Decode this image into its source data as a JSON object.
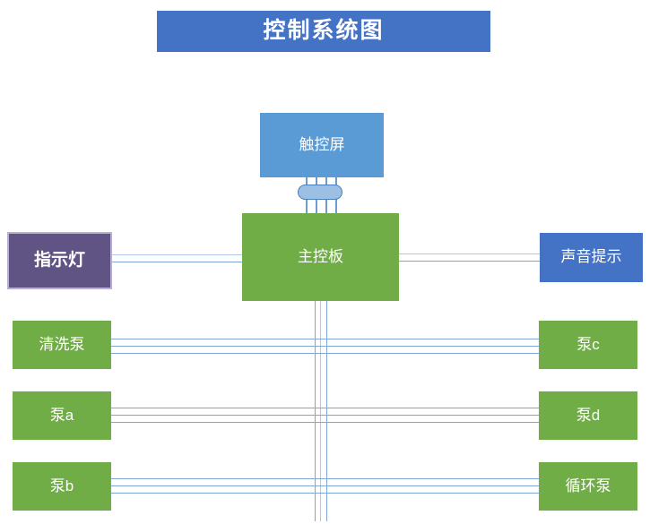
{
  "diagram": {
    "title": "控制系统图",
    "background_color": "#FFFFFF",
    "palette": {
      "title_blue": "#4472C4",
      "touchscreen_blue": "#5B9BD5",
      "board_green": "#70AD47",
      "indicator_purple": "#5F5483",
      "indicator_border": "#B9AFD1",
      "sound_blue": "#4472C4",
      "wire_blue": "#7FA6D8",
      "connector_fill": "#9CC0E4",
      "connector_border": "#4A7EBB"
    },
    "nodes": {
      "touchscreen": {
        "label": "触控屏"
      },
      "main_board": {
        "label": "主控板"
      },
      "indicator_light": {
        "label": "指示灯"
      },
      "sound_prompt": {
        "label": "声音提示"
      }
    },
    "pumps_left": [
      {
        "label": "清洗泵"
      },
      {
        "label": "泵a"
      },
      {
        "label": "泵b"
      }
    ],
    "pumps_right": [
      {
        "label": "泵c"
      },
      {
        "label": "泵d"
      },
      {
        "label": "循环泵"
      }
    ],
    "connector": {
      "name": "ribbon-connector",
      "pin_count": 4
    }
  }
}
